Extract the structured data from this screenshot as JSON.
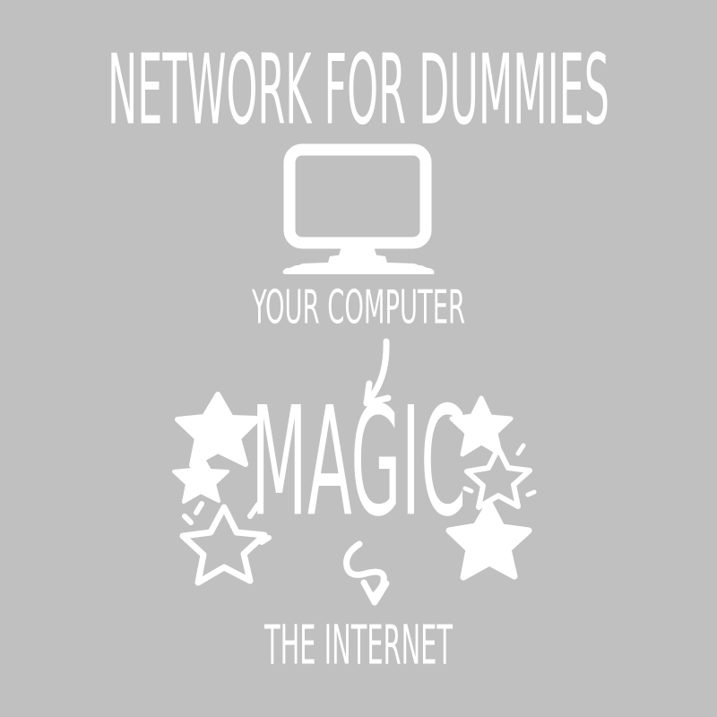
{
  "poster": {
    "background_color": "#c0c0c0",
    "ink_color": "#ffffff",
    "title": "NETWORK FOR DUMMIES",
    "diagram": {
      "node_top_label": "YOUR COMPUTER",
      "node_middle_label": "MAGIC",
      "node_bottom_label": "THE INTERNET",
      "icons": {
        "computer": "computer-monitor-icon",
        "arrow_top": "curved-arrow-down-icon",
        "arrow_bottom": "squiggly-arrow-down-icon"
      },
      "decorations": [
        {
          "name": "star-filled-left-upper",
          "style": "filled"
        },
        {
          "name": "star-filled-left-lower",
          "style": "filled"
        },
        {
          "name": "star-outline-left-bottom",
          "style": "outline"
        },
        {
          "name": "star-filled-right-upper",
          "style": "filled"
        },
        {
          "name": "star-outline-right-middle",
          "style": "outline"
        },
        {
          "name": "star-filled-right-bottom",
          "style": "filled"
        }
      ]
    }
  }
}
